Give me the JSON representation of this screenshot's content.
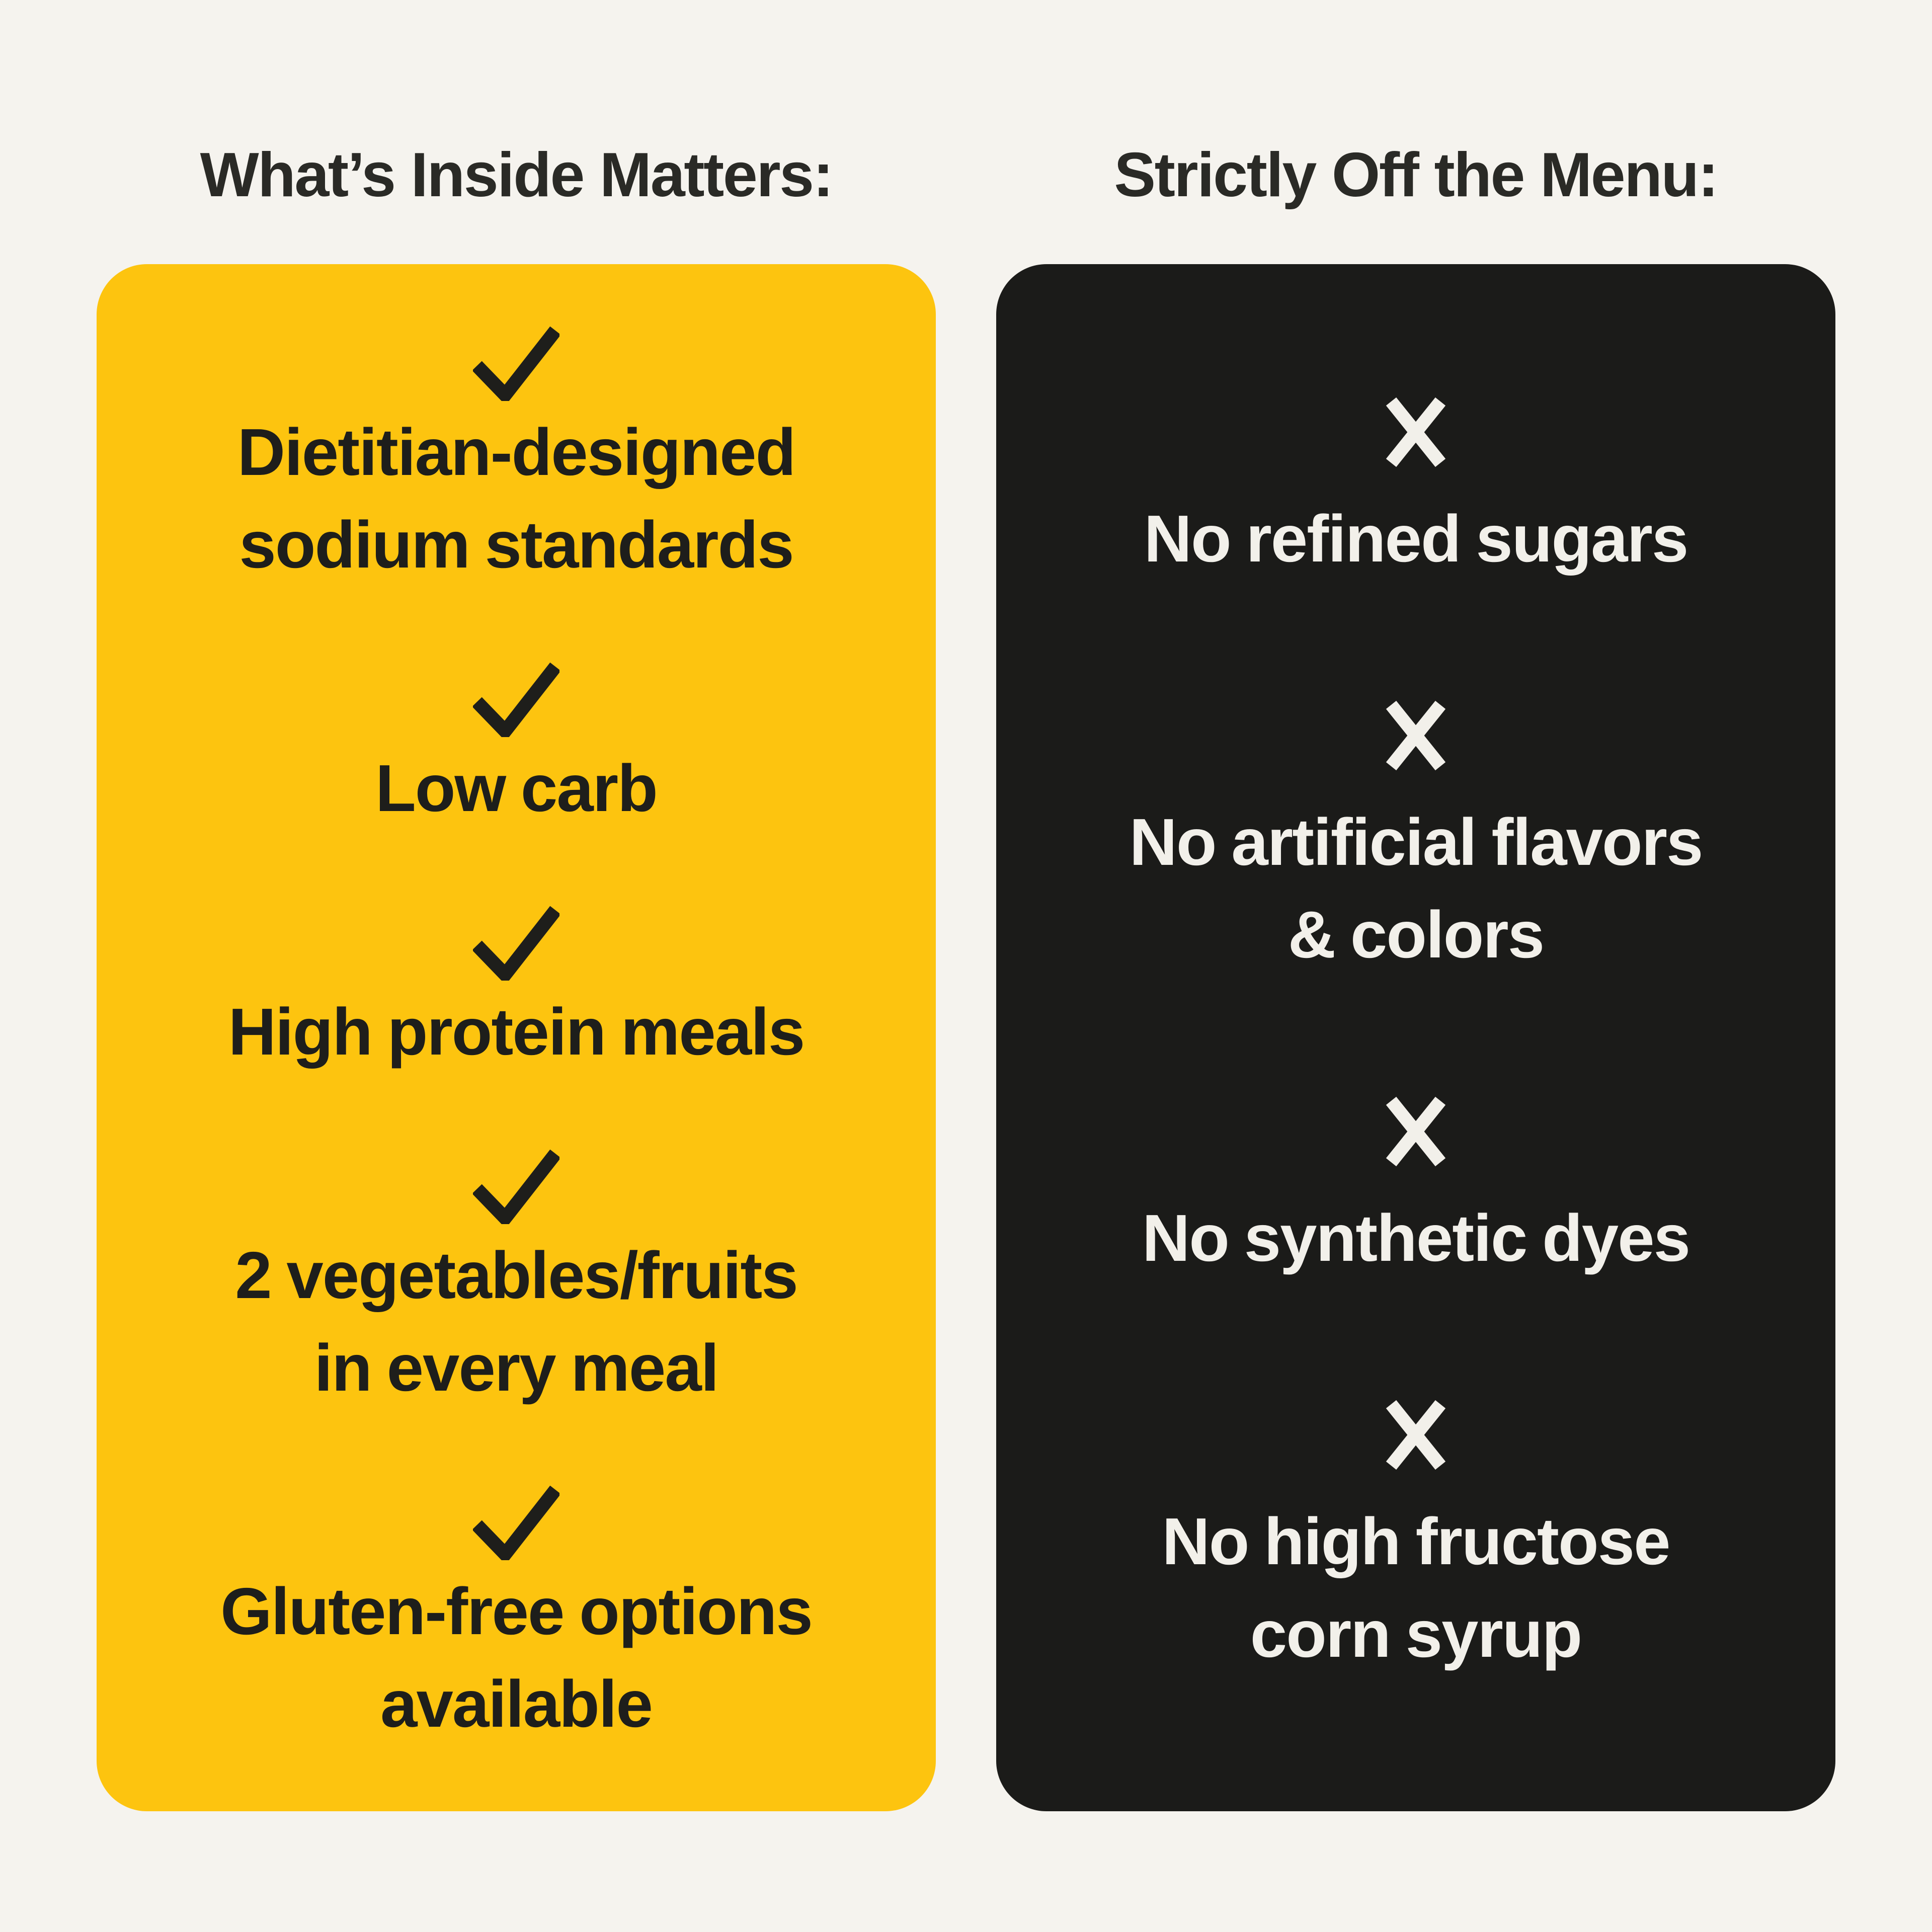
{
  "colors": {
    "background": "#F5F3EE",
    "card_yellow": "#FDC40F",
    "card_dark": "#1B1B19",
    "text_dark": "#2A2A26",
    "text_light": "#F2F0EA"
  },
  "left": {
    "title": "What’s Inside Matters:",
    "items": [
      {
        "icon": "check-icon",
        "lines": [
          "Dietitian-designed",
          "sodium standards"
        ]
      },
      {
        "icon": "check-icon",
        "lines": [
          "Low carb"
        ]
      },
      {
        "icon": "check-icon",
        "lines": [
          "High protein meals"
        ]
      },
      {
        "icon": "check-icon",
        "lines": [
          "2 vegetables/fruits",
          "in every meal"
        ]
      },
      {
        "icon": "check-icon",
        "lines": [
          "Gluten-free options",
          "available"
        ]
      }
    ]
  },
  "right": {
    "title": "Strictly Off the Menu:",
    "items": [
      {
        "icon": "x-icon",
        "lines": [
          "No refined sugars"
        ]
      },
      {
        "icon": "x-icon",
        "lines": [
          "No artificial flavors",
          "& colors"
        ]
      },
      {
        "icon": "x-icon",
        "lines": [
          "No synthetic dyes"
        ]
      },
      {
        "icon": "x-icon",
        "lines": [
          "No high fructose",
          "corn syrup"
        ]
      }
    ]
  }
}
